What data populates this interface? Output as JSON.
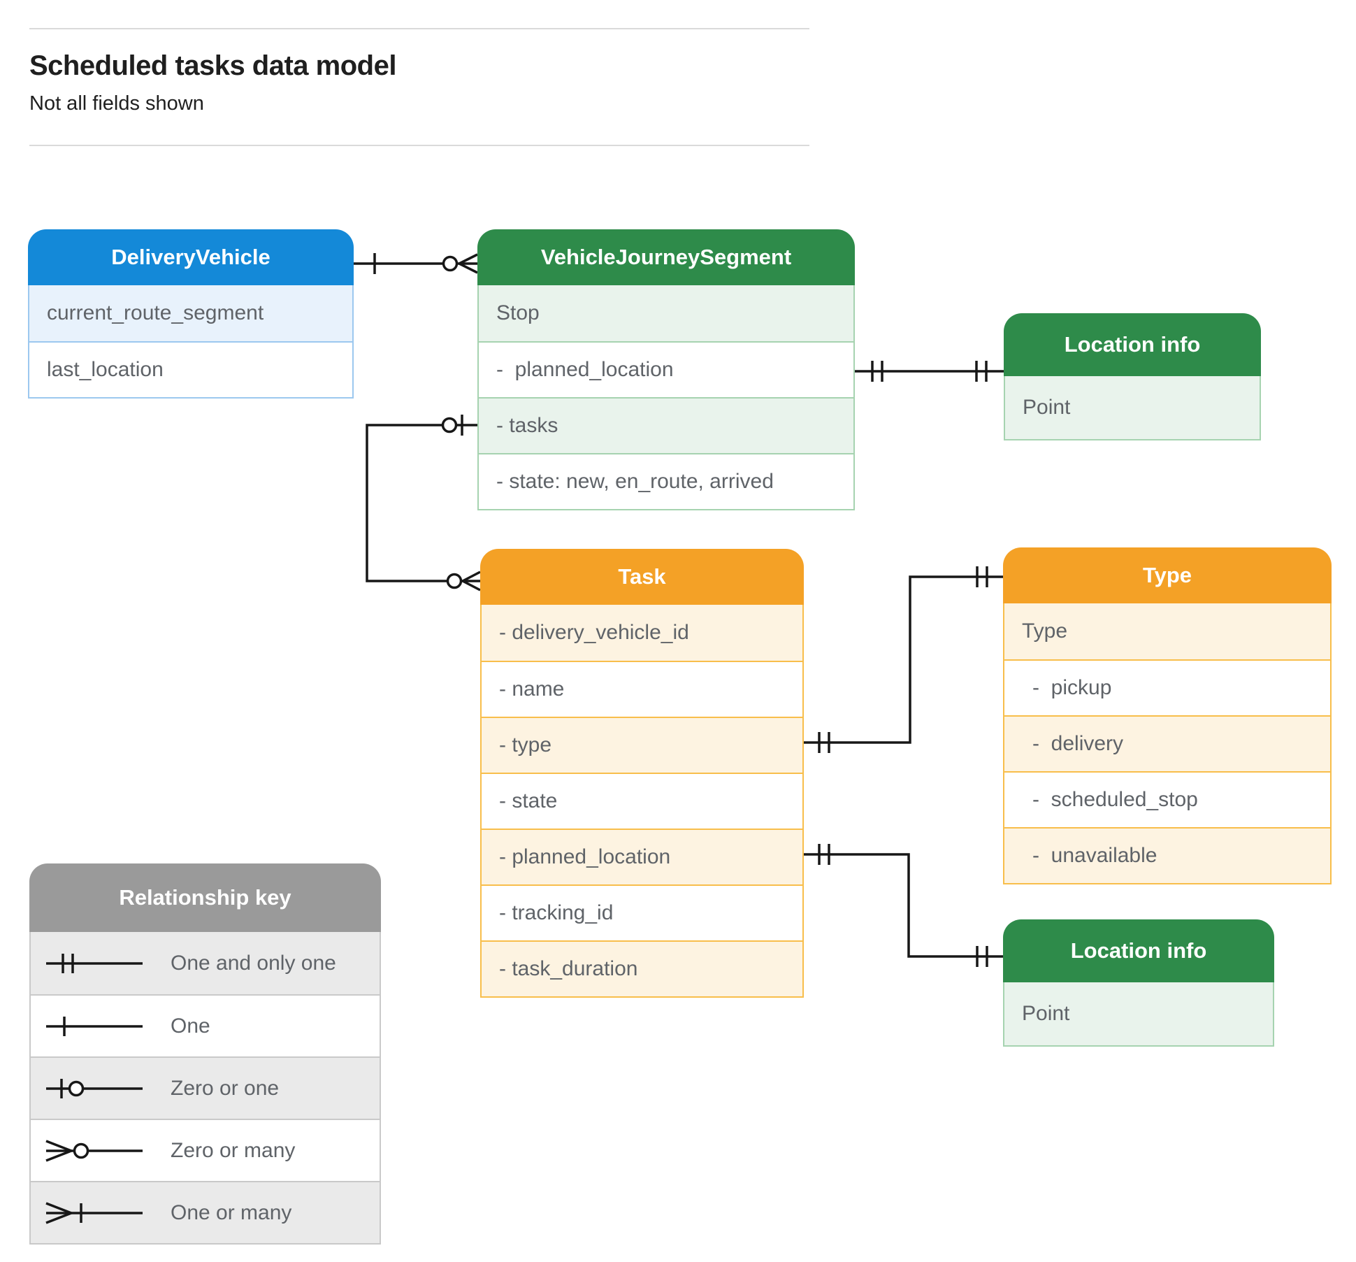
{
  "page": {
    "title": "Scheduled tasks data model",
    "subtitle": "Not all fields shown"
  },
  "colors": {
    "blue_header": "#1489d8",
    "green_header": "#2e8b4a",
    "orange_header": "#f4a126",
    "gray_header": "#9a9a9a",
    "line": "#171717",
    "field_text": "#5f6368"
  },
  "entities": {
    "delivery_vehicle": {
      "title": "DeliveryVehicle",
      "fields": [
        "current_route_segment",
        "last_location"
      ]
    },
    "vehicle_journey_segment": {
      "title": "VehicleJourneySegment",
      "fields": [
        "Stop",
        "-  planned_location",
        "- tasks",
        "- state: new, en_route, arrived"
      ]
    },
    "location_info_stop": {
      "title": "Location info",
      "fields": [
        "Point"
      ]
    },
    "task": {
      "title": "Task",
      "fields": [
        "- delivery_vehicle_id",
        "- name",
        "- type",
        "- state",
        "- planned_location",
        "- tracking_id",
        "- task_duration"
      ]
    },
    "type": {
      "title": "Type",
      "fields": [
        "Type",
        "-  pickup",
        "-  delivery",
        "-  scheduled_stop",
        "-  unavailable"
      ]
    },
    "location_info_task": {
      "title": "Location info",
      "fields": [
        "Point"
      ]
    }
  },
  "legend": {
    "title": "Relationship key",
    "rows": [
      {
        "symbol": "one-and-only-one",
        "label": "One and only one"
      },
      {
        "symbol": "one",
        "label": "One"
      },
      {
        "symbol": "zero-or-one",
        "label": "Zero or one"
      },
      {
        "symbol": "zero-or-many",
        "label": "Zero or many"
      },
      {
        "symbol": "one-or-many",
        "label": "One or many"
      }
    ]
  },
  "relationships": [
    {
      "from": "DeliveryVehicle",
      "to": "VehicleJourneySegment",
      "from_cardinality": "one",
      "to_cardinality": "zero-or-many"
    },
    {
      "from": "VehicleJourneySegment.planned_location",
      "to": "Location info (Stop)",
      "from_cardinality": "one-and-only-one",
      "to_cardinality": "one-and-only-one"
    },
    {
      "from": "VehicleJourneySegment.tasks",
      "to": "Task",
      "from_cardinality": "zero-or-one",
      "to_cardinality": "zero-or-many"
    },
    {
      "from": "Task.type",
      "to": "Type",
      "from_cardinality": "one-and-only-one",
      "to_cardinality": "one-and-only-one"
    },
    {
      "from": "Task.planned_location",
      "to": "Location info (Task)",
      "from_cardinality": "one-and-only-one",
      "to_cardinality": "one-and-only-one"
    }
  ]
}
